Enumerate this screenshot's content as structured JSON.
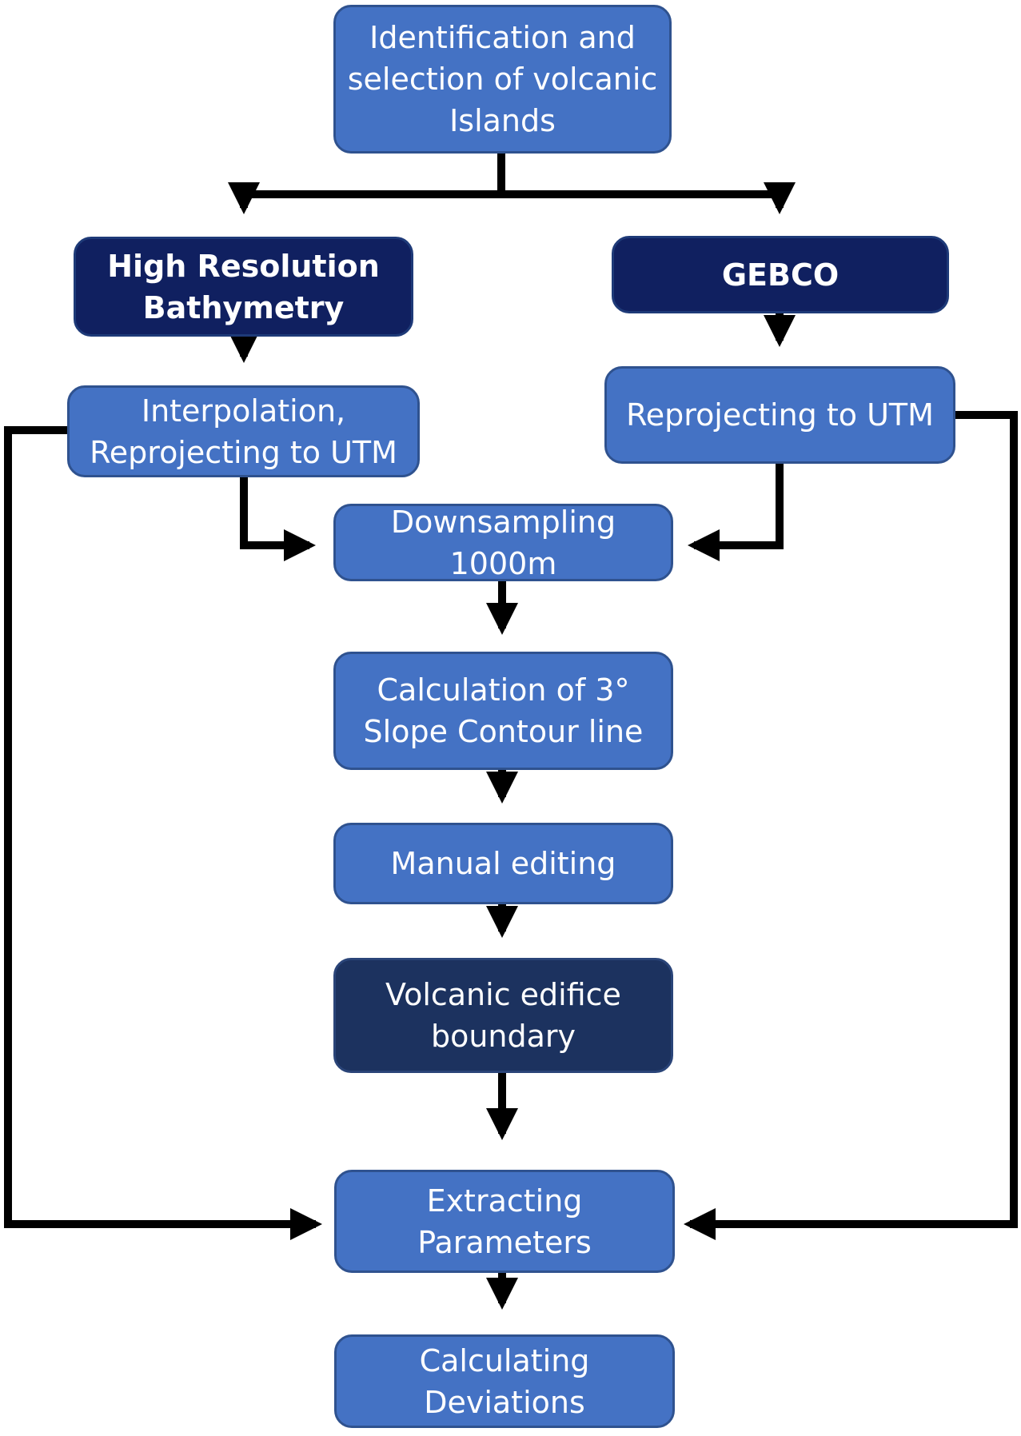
{
  "diagram": {
    "nodes": {
      "identification": {
        "label": "Identification  and\nselection of volcanic\nIslands"
      },
      "high_res": {
        "label": "High Resolution\nBathymetry"
      },
      "gebco": {
        "label": "GEBCO"
      },
      "interpolation": {
        "label": "Interpolation,\nReprojecting to UTM"
      },
      "reprojecting": {
        "label": "Reprojecting to UTM"
      },
      "downsampling": {
        "label": "Downsampling\n1000m"
      },
      "slope_contour": {
        "label": "Calculation of 3°\nSlope Contour line"
      },
      "manual_editing": {
        "label": "Manual editing"
      },
      "edifice_boundary": {
        "label": "Volcanic edifice\nboundary"
      },
      "extracting": {
        "label": "Extracting\nParameters"
      },
      "deviations": {
        "label": "Calculating\nDeviations"
      }
    },
    "edges": [
      {
        "from": "identification",
        "to": "high_res"
      },
      {
        "from": "identification",
        "to": "gebco"
      },
      {
        "from": "high_res",
        "to": "interpolation"
      },
      {
        "from": "gebco",
        "to": "reprojecting"
      },
      {
        "from": "interpolation",
        "to": "downsampling"
      },
      {
        "from": "reprojecting",
        "to": "downsampling"
      },
      {
        "from": "downsampling",
        "to": "slope_contour"
      },
      {
        "from": "slope_contour",
        "to": "manual_editing"
      },
      {
        "from": "manual_editing",
        "to": "edifice_boundary"
      },
      {
        "from": "edifice_boundary",
        "to": "extracting"
      },
      {
        "from": "interpolation",
        "to": "extracting"
      },
      {
        "from": "reprojecting",
        "to": "extracting"
      },
      {
        "from": "extracting",
        "to": "deviations"
      }
    ],
    "colors": {
      "process": "#4472c4",
      "data_source": "#102060",
      "result": "#1c325f",
      "connector": "#000000",
      "label": "#ffffff"
    }
  }
}
